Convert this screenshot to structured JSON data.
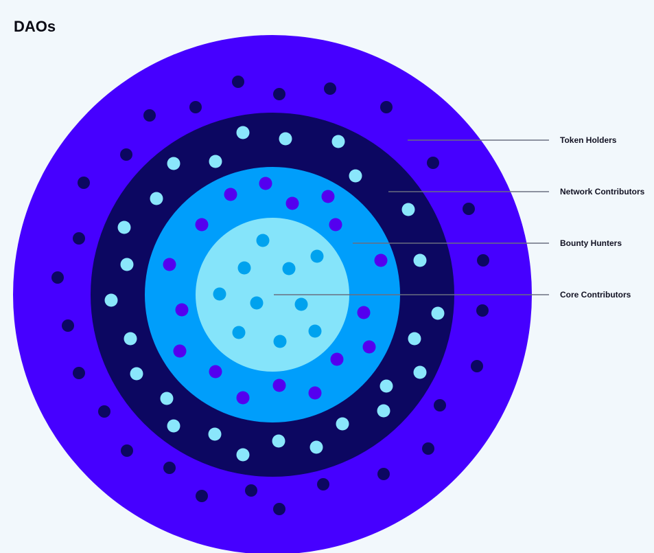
{
  "title": "DAOs",
  "layers": [
    {
      "name": "Token Holders",
      "color": "#4600ff",
      "dot_color": "#0c0761"
    },
    {
      "name": "Network Contributors",
      "color": "#0c0761",
      "dot_color": "#8ae6fb"
    },
    {
      "name": "Bounty Hunters",
      "color": "#009efb",
      "dot_color": "#5400ef"
    },
    {
      "name": "Core Contributors",
      "color": "#85e4fa",
      "dot_color": "#00a2ee"
    }
  ],
  "colors": {
    "background": "#f2f8fc",
    "leader_line": "#6a6f80"
  }
}
